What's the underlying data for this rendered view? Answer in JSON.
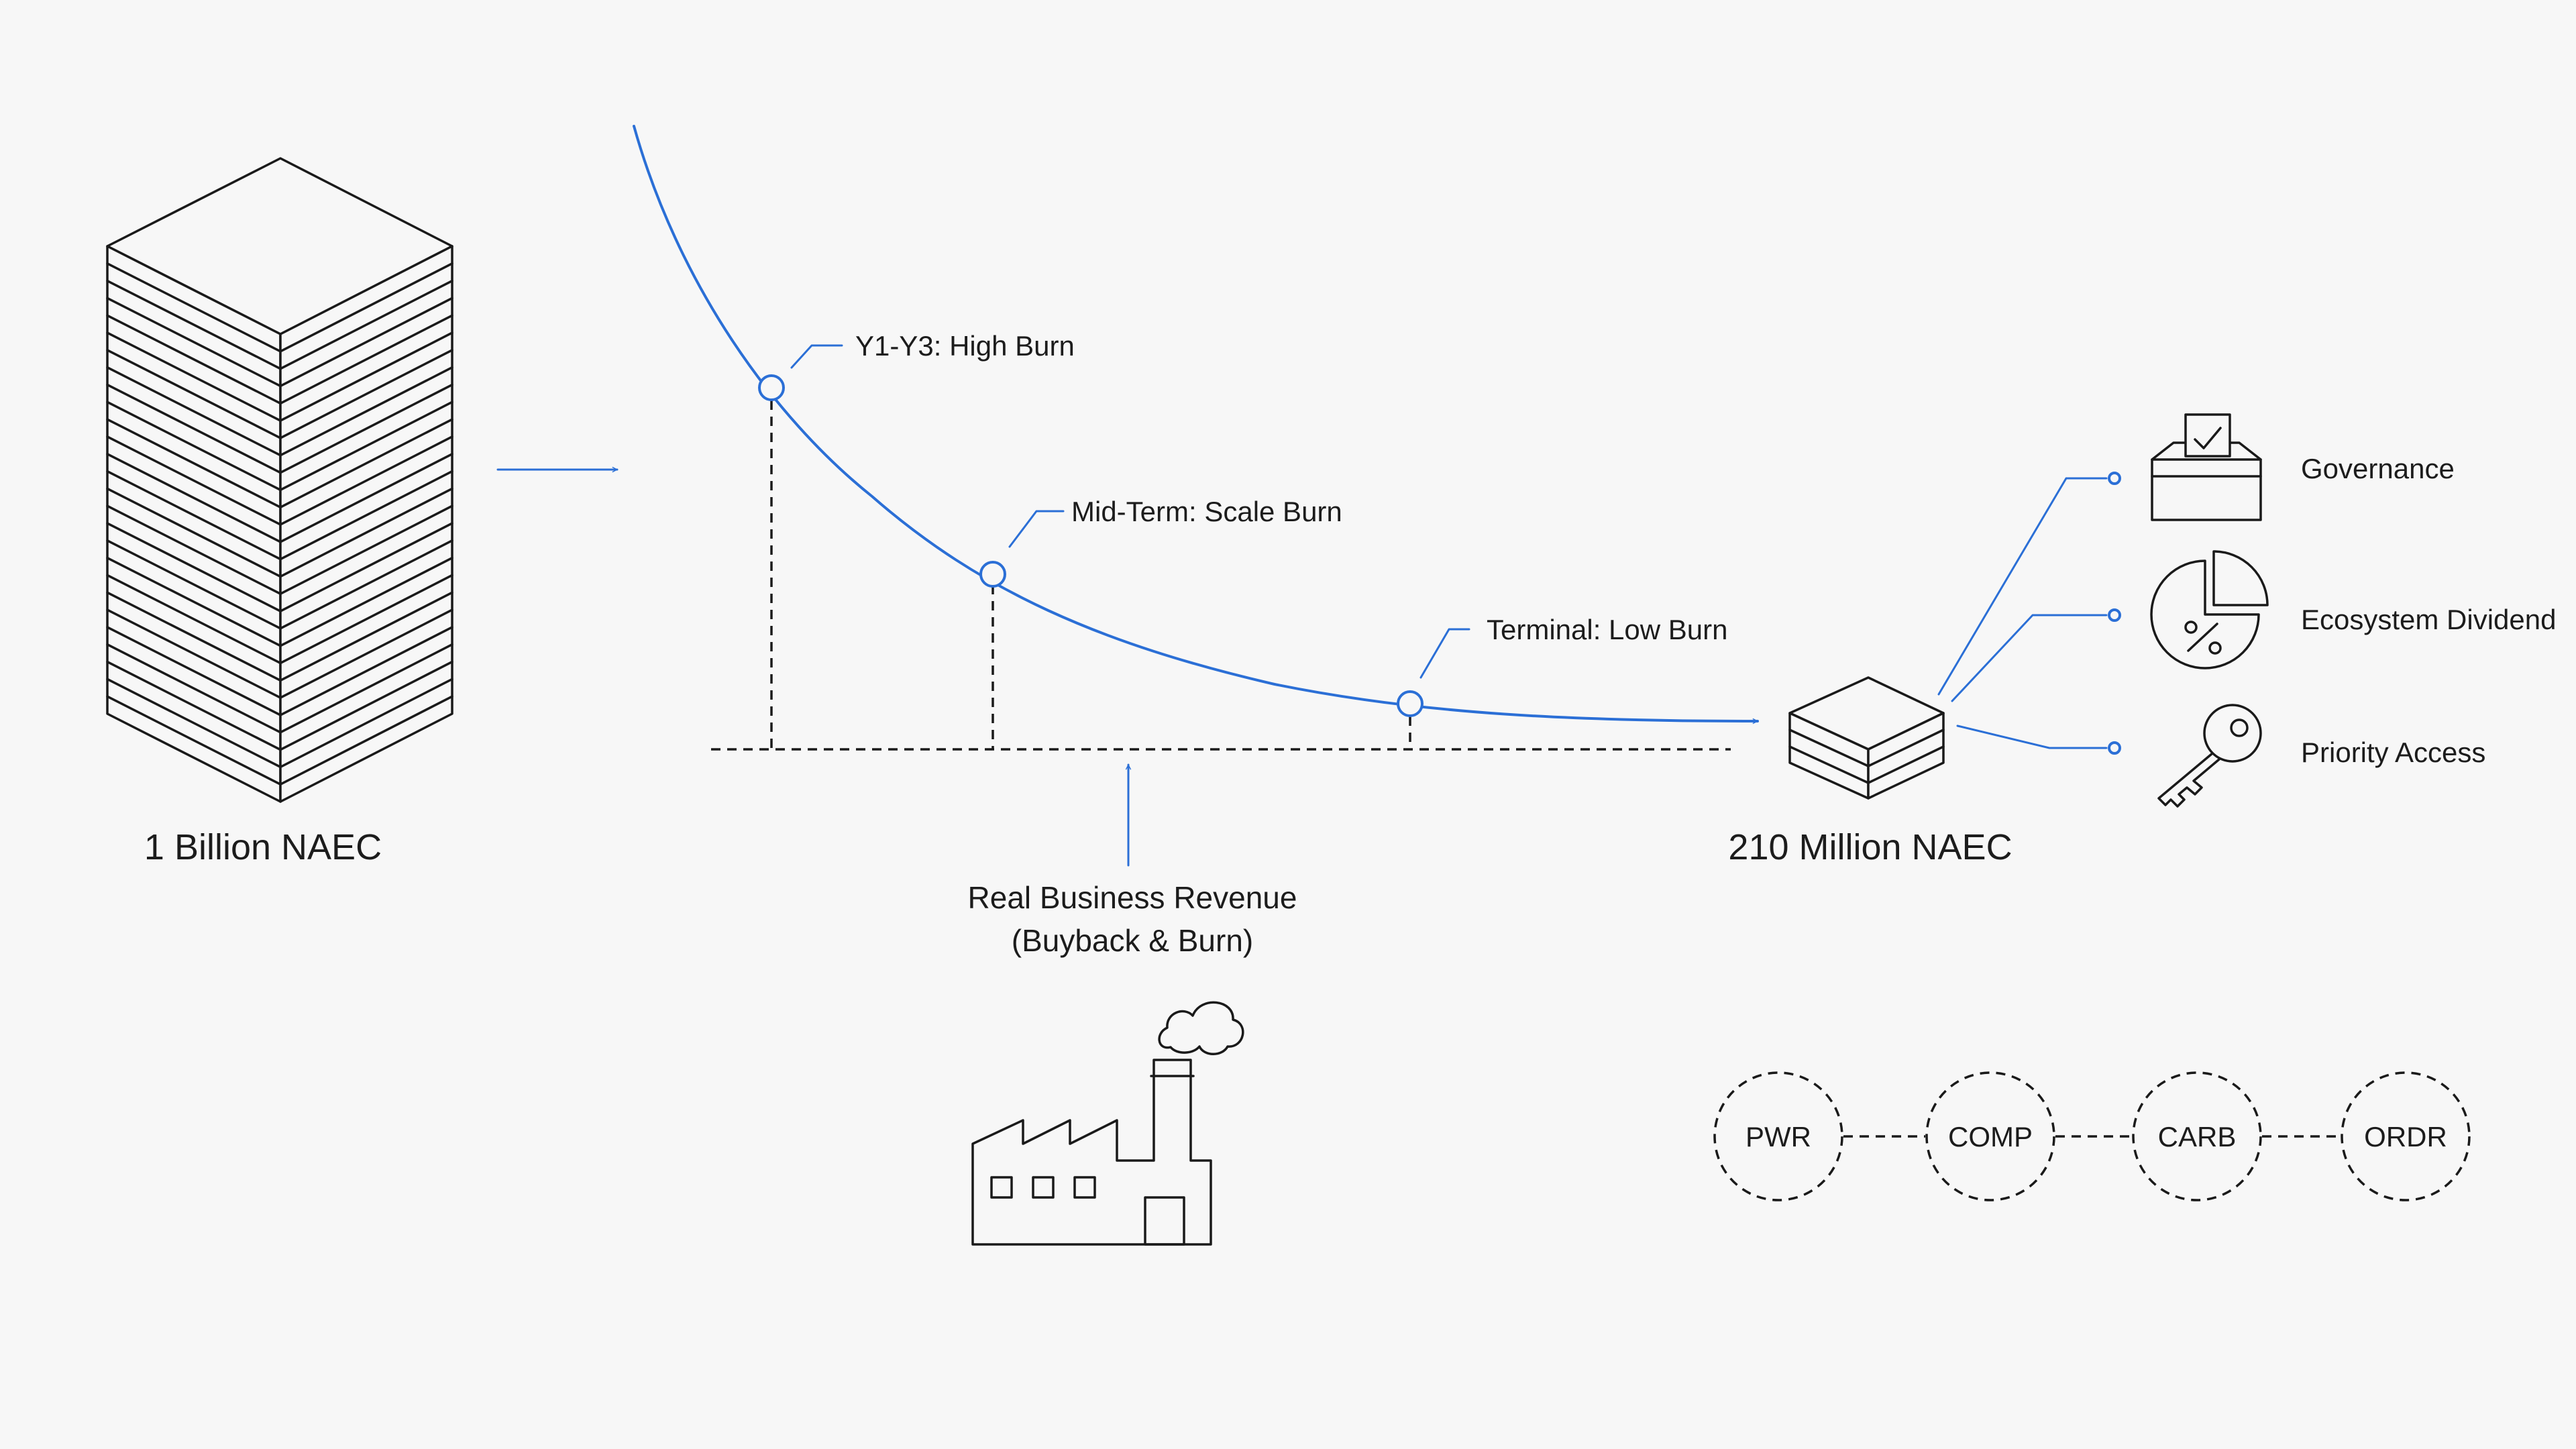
{
  "supply": {
    "initial_label": "1 Billion NAEC",
    "final_label": "210 Million NAEC"
  },
  "burn_curve": {
    "stages": [
      {
        "label": "Y1-Y3: High Burn"
      },
      {
        "label": "Mid-Term: Scale Burn"
      },
      {
        "label": "Terminal: Low Burn"
      }
    ]
  },
  "revenue": {
    "line1": "Real Business Revenue",
    "line2": "(Buyback & Burn)"
  },
  "utilities": [
    {
      "label": "Governance",
      "icon": "ballot-box-icon"
    },
    {
      "label": "Ecosystem Dividend",
      "icon": "pie-percent-icon"
    },
    {
      "label": "Priority Access",
      "icon": "key-icon"
    }
  ],
  "chain": [
    {
      "label": "PWR"
    },
    {
      "label": "COMP"
    },
    {
      "label": "CARB"
    },
    {
      "label": "ORDR"
    }
  ],
  "colors": {
    "accent": "#2b6fd6",
    "ink": "#1a1a1a",
    "background": "#f7f7f7"
  }
}
